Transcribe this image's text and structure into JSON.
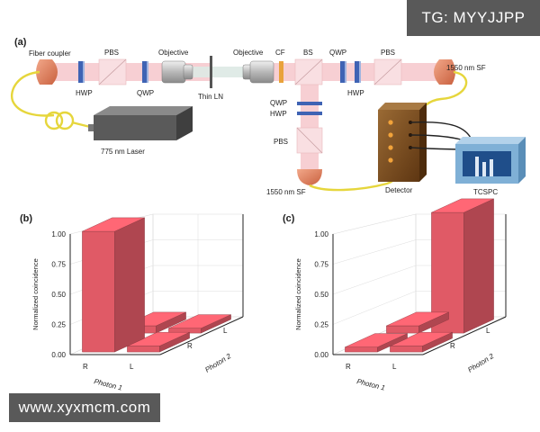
{
  "watermarks": {
    "top_right": "TG: MYYJJPP",
    "bottom_left": "www.xyxmcm.com"
  },
  "panel_a": {
    "label": "(a)",
    "labels": {
      "fiber_coupler": "Fiber coupler",
      "pbs_left": "PBS",
      "objective_left": "Objective",
      "hwp_left": "HWP",
      "qwp_left": "QWP",
      "thin_ln": "Thin LN",
      "objective_right": "Objective",
      "cf": "CF",
      "bs": "BS",
      "qwp_right": "QWP",
      "pbs_right": "PBS",
      "hwp_right": "HWP",
      "sf_right": "1550 nm SF",
      "qwp_down": "QWP",
      "hwp_down": "HWP",
      "pbs_down": "PBS",
      "sf_down": "1550 nm SF",
      "laser": "775 nm Laser",
      "detector": "Detector",
      "tcspc": "TCSPC"
    },
    "colors": {
      "beam": "#f3b7bc",
      "fiber": "#e6d63c",
      "coupler": "#e08060",
      "wave_plate": "#3f63b4",
      "laser_body": "#5a5a5a",
      "detector_body": "#7a4a1c",
      "tcspc_body": "#7fb0d6"
    }
  },
  "panel_b": {
    "label": "(b)",
    "chart_data": {
      "type": "bar3d",
      "zlabel": "Normalized coincidence",
      "xlabel": "Photon 1",
      "ylabel": "Photon 2",
      "x_categories": [
        "R",
        "L"
      ],
      "y_categories": [
        "R",
        "L"
      ],
      "z_ticks": [
        "0.00",
        "0.25",
        "0.50",
        "0.75",
        "1.00"
      ],
      "zlim": [
        0,
        1
      ],
      "bars": [
        {
          "photon1": "R",
          "photon2": "R",
          "value": 1.0
        },
        {
          "photon1": "R",
          "photon2": "L",
          "value": 0.06
        },
        {
          "photon1": "L",
          "photon2": "R",
          "value": 0.05
        },
        {
          "photon1": "L",
          "photon2": "L",
          "value": 0.04
        }
      ],
      "bar_color": "#e05a66"
    }
  },
  "panel_c": {
    "label": "(c)",
    "chart_data": {
      "type": "bar3d",
      "zlabel": "Normalized coincidence",
      "xlabel": "Photon 1",
      "ylabel": "Photon 2",
      "x_categories": [
        "R",
        "L"
      ],
      "y_categories": [
        "R",
        "L"
      ],
      "z_ticks": [
        "0.00",
        "0.25",
        "0.50",
        "0.75",
        "1.00"
      ],
      "zlim": [
        0,
        1
      ],
      "bars": [
        {
          "photon1": "R",
          "photon2": "R",
          "value": 0.04
        },
        {
          "photon1": "R",
          "photon2": "L",
          "value": 0.06
        },
        {
          "photon1": "L",
          "photon2": "R",
          "value": 0.05
        },
        {
          "photon1": "L",
          "photon2": "L",
          "value": 1.0
        }
      ],
      "bar_color": "#e05a66"
    }
  }
}
